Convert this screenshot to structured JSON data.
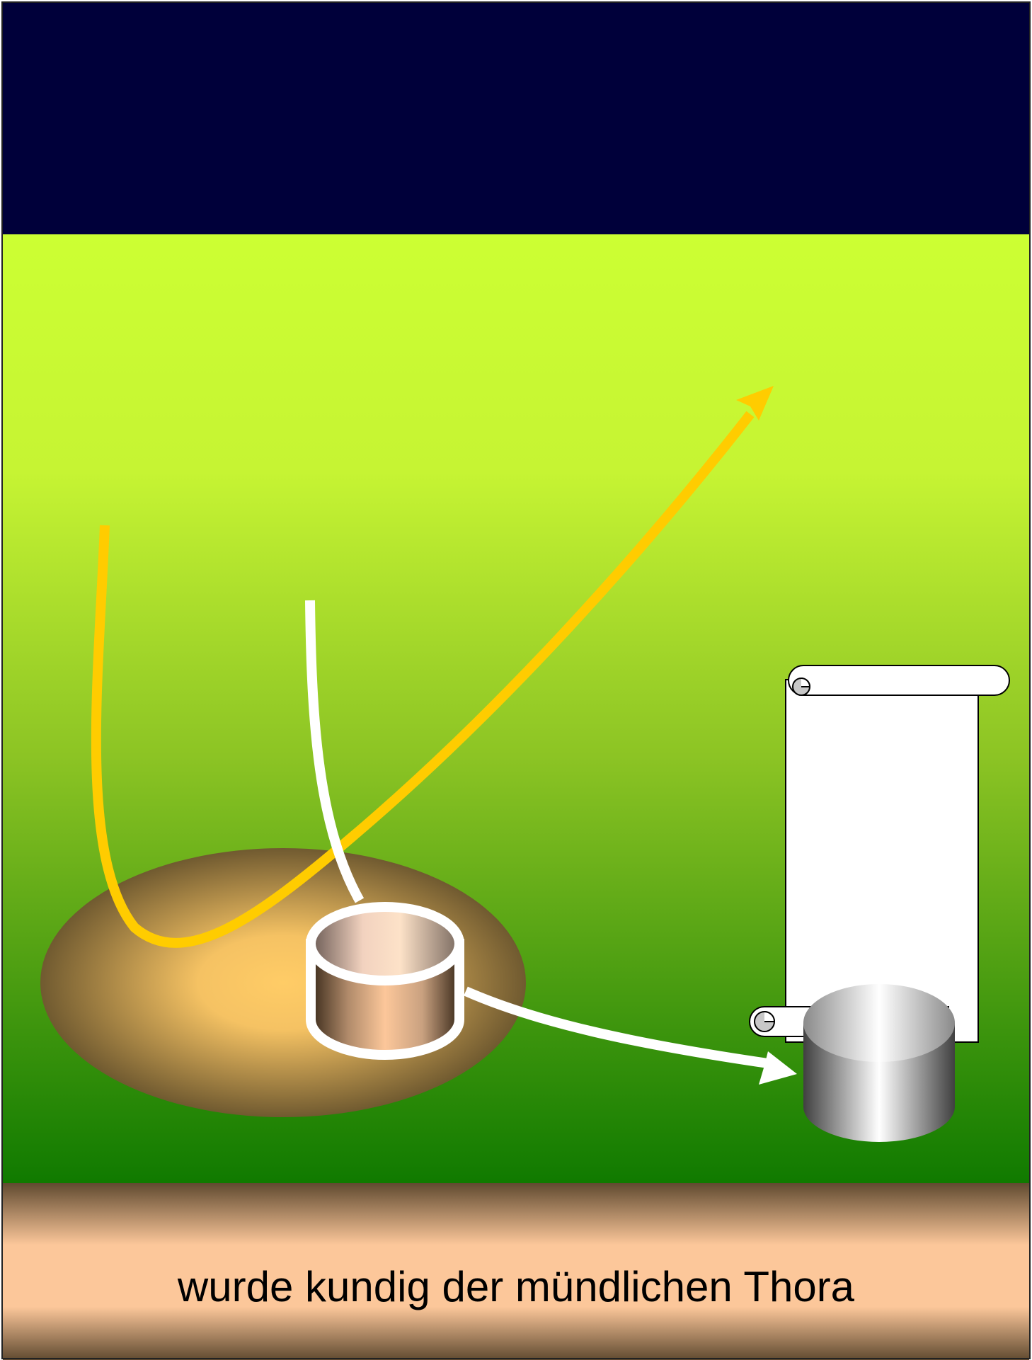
{
  "caption": "wurde kundig der mündlichen Thora",
  "colors": {
    "sky": "#00003a",
    "field_top": "#ccff33",
    "field_bottom": "#107a00",
    "ground_edge": "#604a30",
    "ground_mid": "#fcc79a",
    "mound_center": "#ffcc66",
    "mound_edge": "#705a30",
    "gold_path": "#ffcc00",
    "white_path": "#ffffff",
    "copper_vessel": "#fcc79a",
    "silver_vessel": "#ffffff",
    "scroll": "#ffffff"
  },
  "icons": [
    "mound",
    "gold-arrow",
    "white-path",
    "copper-vessel",
    "white-arrow",
    "torah-scroll",
    "silver-vessel"
  ]
}
